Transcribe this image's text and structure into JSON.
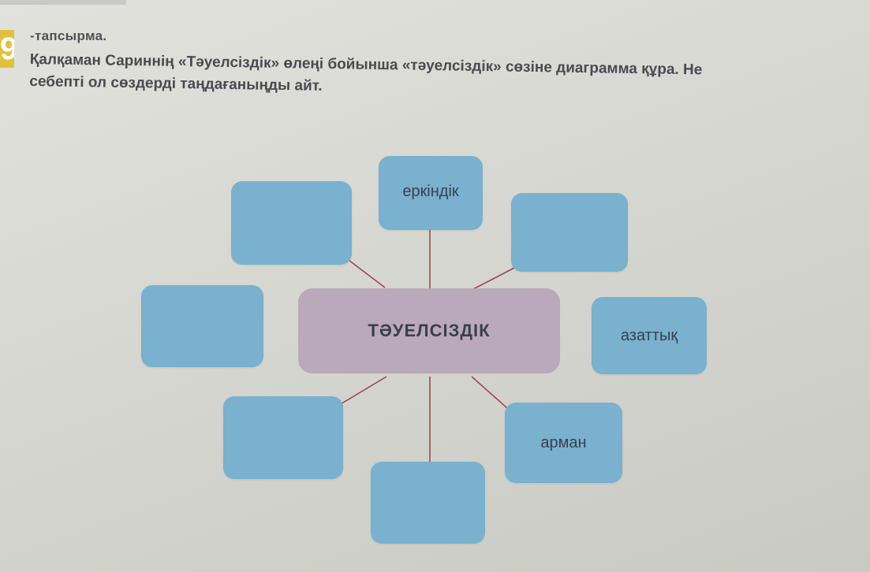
{
  "header": {
    "task_label": "-тапсырма.",
    "instruction_line1": "Қалқаман Сариннің «Тәуелсіздік» өлеңі бойынша «тәуелсіздік» сөзіне диаграмма құра. Не",
    "instruction_line2": "себепті ол сөздерді таңдағаныңды айт."
  },
  "diagram": {
    "center": "ТӘУЕЛСІЗДІК",
    "nodes": {
      "top": "еркіндік",
      "top_left": "",
      "top_right": "",
      "left": "",
      "right": "азаттық",
      "bottom_left": "",
      "bottom": "",
      "bottom_right": "арман"
    }
  },
  "colors": {
    "node": "#79b1cf",
    "center": "#b9a9ba",
    "connector": "#a0474f",
    "task_badge": "#e0c23a"
  }
}
